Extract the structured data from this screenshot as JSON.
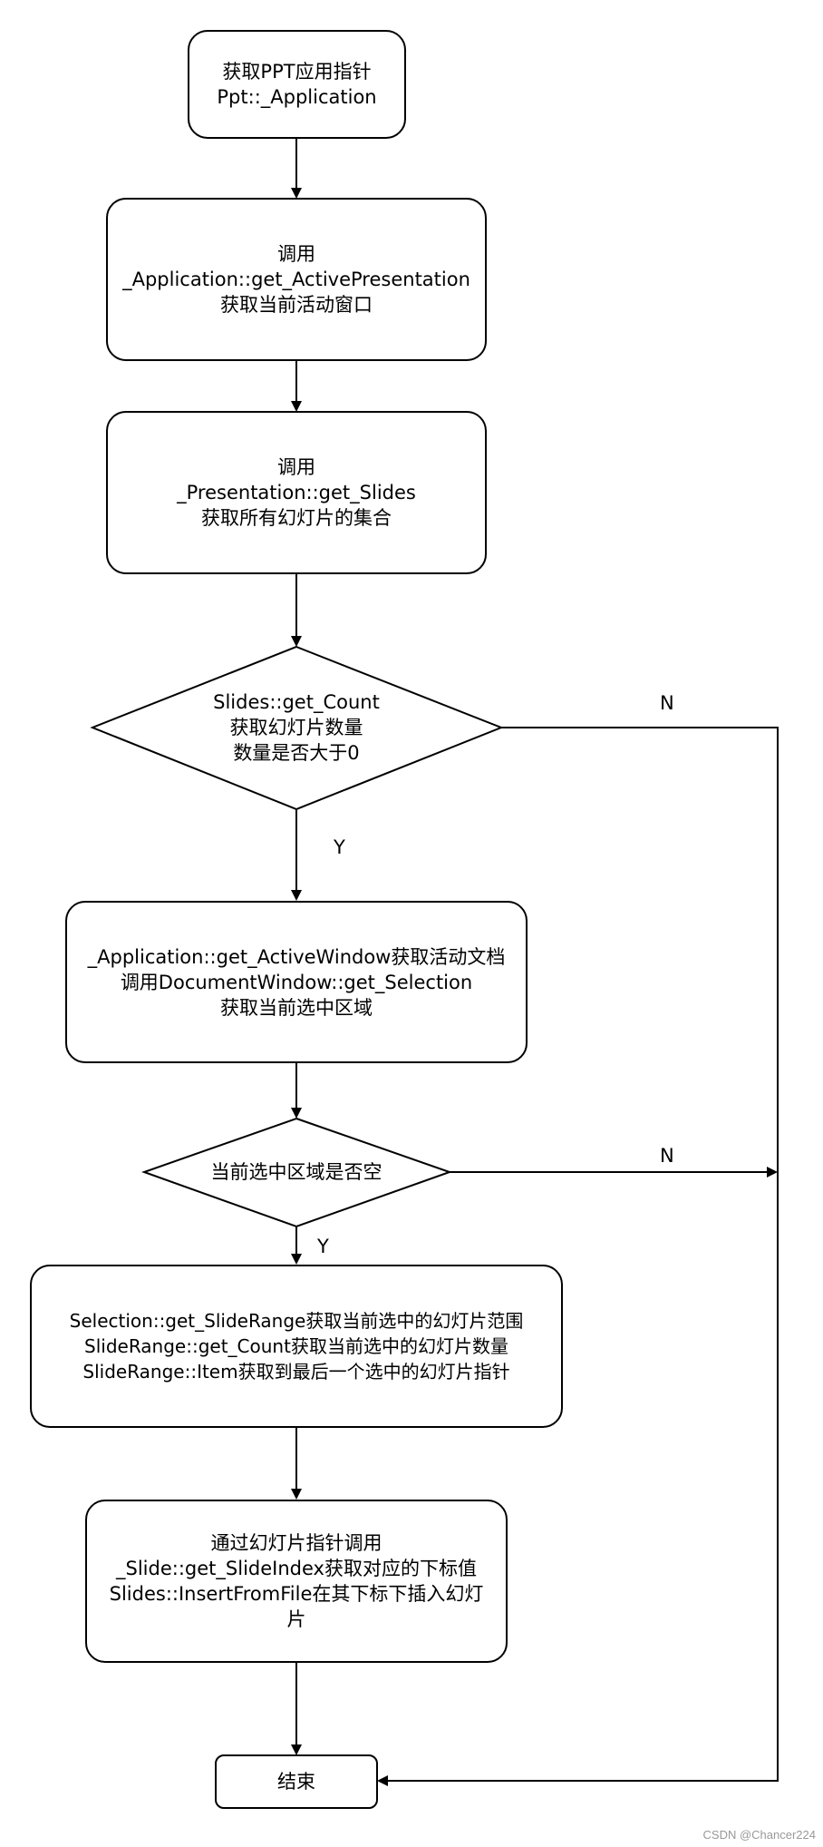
{
  "nodes": {
    "start": [
      "获取PPT应用指针",
      "Ppt::_Application"
    ],
    "step1": [
      "调用",
      "_Application::get_ActivePresentation",
      "获取当前活动窗口"
    ],
    "step2": [
      "调用",
      "_Presentation::get_Slides",
      "获取所有幻灯片的集合"
    ],
    "decision1": [
      "Slides::get_Count",
      "获取幻灯片数量",
      "数量是否大于0"
    ],
    "step3": [
      "_Application::get_ActiveWindow获取活动文档",
      "调用DocumentWindow::get_Selection",
      "获取当前选中区域"
    ],
    "decision2": [
      "当前选中区域是否空"
    ],
    "step4": [
      "Selection::get_SlideRange获取当前选中的幻灯片范围",
      "SlideRange::get_Count获取当前选中的幻灯片数量",
      "SlideRange::Item获取到最后一个选中的幻灯片指针"
    ],
    "step5": [
      "通过幻灯片指针调用",
      "_Slide::get_SlideIndex获取对应的下标值",
      "Slides::InsertFromFile在其下标下插入幻灯",
      "片"
    ],
    "end": [
      "结束"
    ]
  },
  "edge_labels": {
    "d1_no": "N",
    "d1_yes": "Y",
    "d2_no": "N",
    "d2_yes": "Y"
  },
  "watermark": "CSDN @Chancer224"
}
